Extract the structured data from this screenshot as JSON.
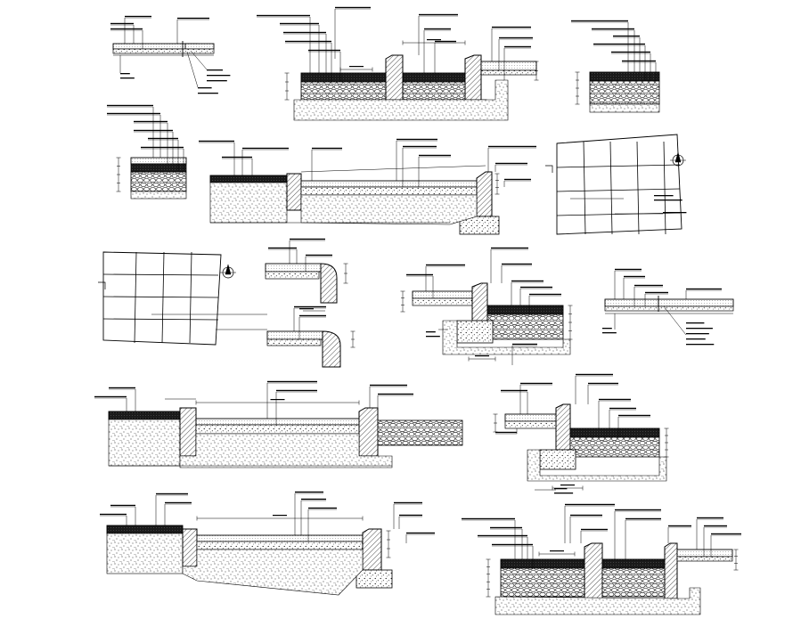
{
  "sheet": {
    "title": "",
    "details": [
      {
        "id": "paver-section-small"
      },
      {
        "id": "kerb-section-asphalt-top"
      },
      {
        "id": "asphalt-section-top-right"
      },
      {
        "id": "paver-layers-left"
      },
      {
        "id": "kerb-edge-long"
      },
      {
        "id": "tile-grid-plan-right"
      },
      {
        "id": "tile-grid-plan-left"
      },
      {
        "id": "step-nosing-details"
      },
      {
        "id": "kerb-drop-section"
      },
      {
        "id": "edge-joint-section"
      },
      {
        "id": "pavement-section-long"
      },
      {
        "id": "kerb-section-right"
      },
      {
        "id": "pavement-section-bottom"
      },
      {
        "id": "asphalt-kerb-section-bottom"
      }
    ],
    "colors": {
      "line": "#000000",
      "fill": "#ffffff",
      "hatch": "#000000"
    }
  }
}
